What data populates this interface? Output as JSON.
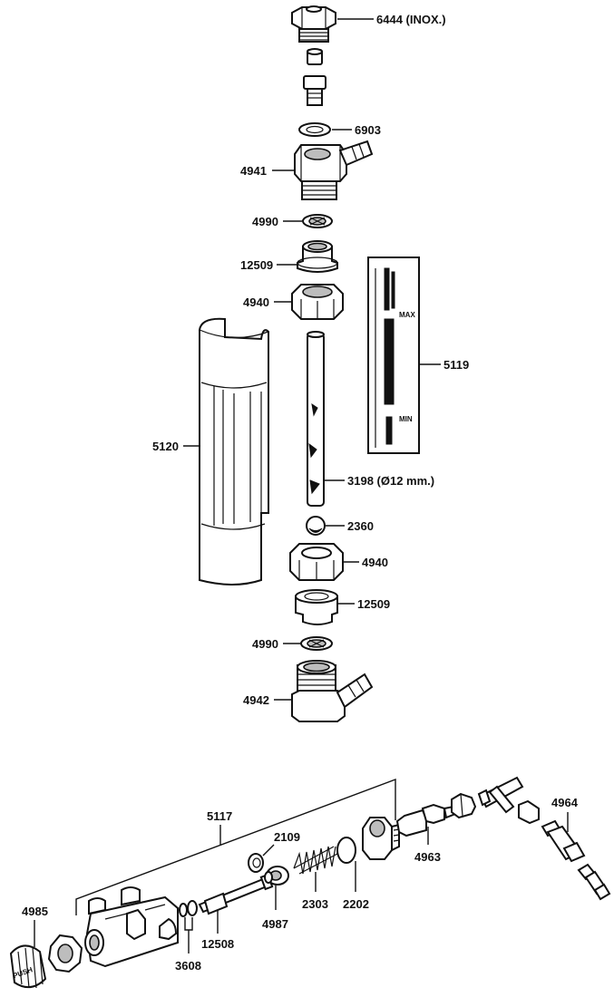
{
  "labels": {
    "p6444": "6444 (INOX.)",
    "p6903": "6903",
    "p4941": "4941",
    "p4990_top": "4990",
    "p12509_top": "12509",
    "p4940_top": "4940",
    "p5119": "5119",
    "p5120": "5120",
    "p3198": "3198 (Ø12 mm.)",
    "p2360": "2360",
    "p4940_bottom": "4940",
    "p12509_bottom": "12509",
    "p4990_bottom": "4990",
    "p4942": "4942",
    "p5117": "5117",
    "p2109": "2109",
    "p4963": "4963",
    "p4964": "4964",
    "p4985": "4985",
    "p2303": "2303",
    "p2202": "2202",
    "p4987": "4987",
    "p12508": "12508",
    "p3608": "3608"
  },
  "scale_marks": {
    "max": "MAX",
    "min": "MIN"
  },
  "knob_text": "PUSH"
}
